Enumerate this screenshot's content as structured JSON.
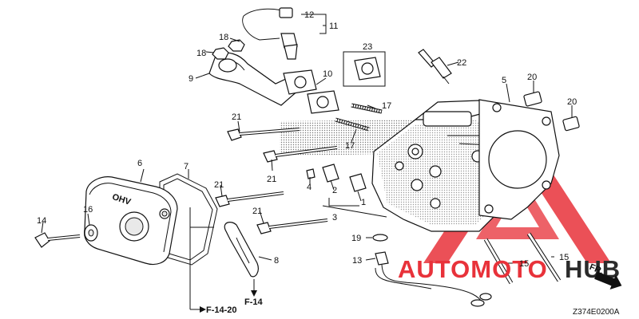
{
  "diagram": {
    "part_labels": [
      {
        "id": "p1",
        "text": "1"
      },
      {
        "id": "p2",
        "text": "2"
      },
      {
        "id": "p3",
        "text": "3"
      },
      {
        "id": "p4",
        "text": "4"
      },
      {
        "id": "p5",
        "text": "5"
      },
      {
        "id": "p6",
        "text": "6"
      },
      {
        "id": "p7",
        "text": "7"
      },
      {
        "id": "p8",
        "text": "8"
      },
      {
        "id": "p9",
        "text": "9"
      },
      {
        "id": "p10",
        "text": "10"
      },
      {
        "id": "p11",
        "text": "11"
      },
      {
        "id": "p12",
        "text": "12"
      },
      {
        "id": "p13",
        "text": "13"
      },
      {
        "id": "p14",
        "text": "14"
      },
      {
        "id": "p15a",
        "text": "15"
      },
      {
        "id": "p15b",
        "text": "15"
      },
      {
        "id": "p16",
        "text": "16"
      },
      {
        "id": "p17a",
        "text": "17"
      },
      {
        "id": "p17b",
        "text": "17"
      },
      {
        "id": "p18a",
        "text": "18"
      },
      {
        "id": "p18b",
        "text": "18"
      },
      {
        "id": "p19",
        "text": "19"
      },
      {
        "id": "p20a",
        "text": "20"
      },
      {
        "id": "p20b",
        "text": "20"
      },
      {
        "id": "p21a",
        "text": "21"
      },
      {
        "id": "p21b",
        "text": "21"
      },
      {
        "id": "p21c",
        "text": "21"
      },
      {
        "id": "p21d",
        "text": "21"
      },
      {
        "id": "p22",
        "text": "22"
      },
      {
        "id": "p23",
        "text": "23"
      }
    ],
    "references": {
      "f14_20": "F-14-20",
      "f14": "F-14"
    },
    "cover_text": "OHV",
    "fr_arrow": "FR.",
    "diagram_code": "Z374E0200A"
  },
  "watermark": {
    "brand_left": "AUTOMOTO",
    "brand_right": "HUB",
    "color_red": "#e8323a",
    "color_dark": "#2b2b2b"
  }
}
